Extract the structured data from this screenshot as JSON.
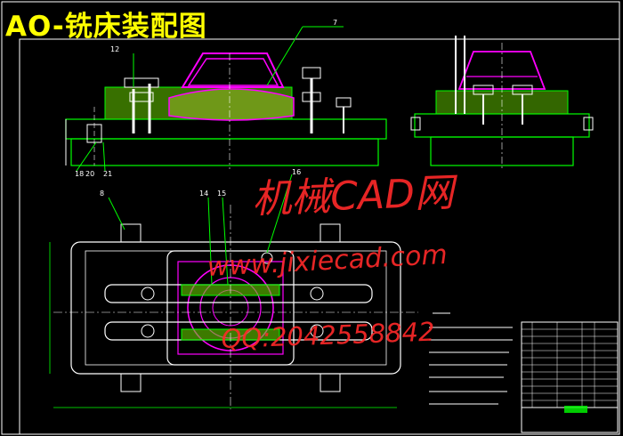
{
  "drawing": {
    "title": "AO-铣床装配图",
    "watermark_line1": "机械CAD网",
    "watermark_line2": "www.jixiecad.com",
    "watermark_line3": "QQ:2042558842"
  },
  "callouts": {
    "front_view": [
      "7",
      "12",
      "18",
      "20",
      "21"
    ],
    "top_view": [
      "8",
      "14",
      "15",
      "16"
    ]
  },
  "colors": {
    "background": "#000000",
    "title": "#ffff00",
    "line_white": "#ffffff",
    "line_green": "#00ff00",
    "part_magenta": "#ff00ff",
    "hatch_green": "#66cc00",
    "watermark": "#ff2a2a"
  }
}
